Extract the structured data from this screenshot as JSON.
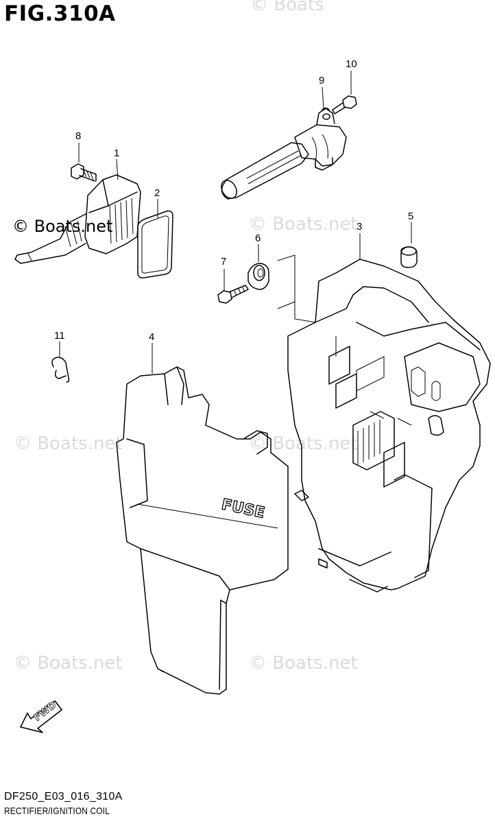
{
  "figure": {
    "title": "FIG.310A",
    "code": "DF250_E03_016_310A",
    "name": "RECTIFIER/IGNITION COIL"
  },
  "watermark": {
    "text": "© Boats.net",
    "faint_text": "© Boats"
  },
  "parts": {
    "p1": "1",
    "p2": "2",
    "p3": "3",
    "p4": "4",
    "p5": "5",
    "p6": "6",
    "p7": "7",
    "p8": "8",
    "p9": "9",
    "p10": "10",
    "p11": "11"
  },
  "labels": {
    "fuse": "FUSE",
    "fwd": "FWD"
  },
  "colors": {
    "line": "#000000",
    "watermark": "#b8bcc4",
    "background": "#ffffff"
  }
}
